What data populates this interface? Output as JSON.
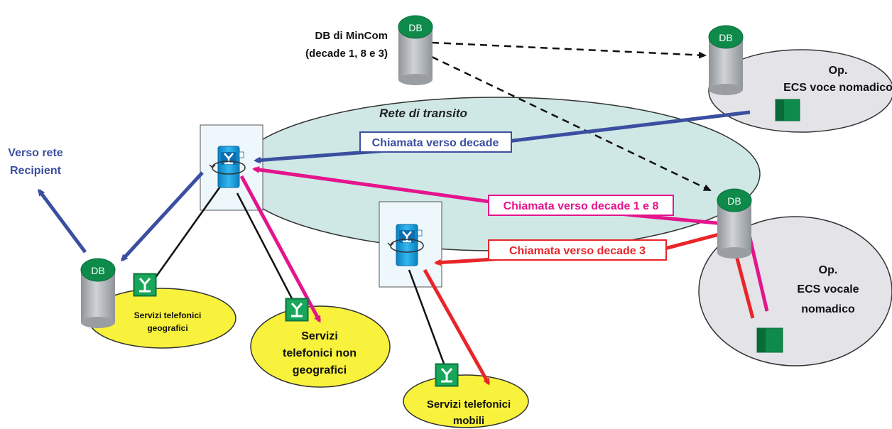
{
  "db_mincom": {
    "line1": "DB di MinCom",
    "line2": "(decade 1, 8 e 3)"
  },
  "db_label": "DB",
  "transit_network": "Rete di transito",
  "recipient": {
    "line1": "Verso rete",
    "line2": "Recipient"
  },
  "op_voice": {
    "line1": "Op.",
    "line2": "ECS voce nomadico"
  },
  "op_vocal": {
    "line1": "Op.",
    "line2": "ECS vocale",
    "line3": "nomadico"
  },
  "call_decade": "Chiamata verso decade",
  "call_decade_1_8": "Chiamata verso decade 1 e 8",
  "call_decade_3": "Chiamata verso decade 3",
  "geo_services": {
    "line1": "Servizi telefonici",
    "line2": "geografici"
  },
  "nongeo_services": {
    "line1": "Servizi",
    "line2": "telefonici non",
    "line3": "geografici"
  },
  "mobile_services": {
    "line1": "Servizi telefonici",
    "line2": "mobili"
  },
  "colors": {
    "blue_call": "#3b4fa0",
    "magenta_call": "#e4148c",
    "red_call": "#e8262a",
    "transit_fill": "#cfe8e6",
    "yellow_fill": "#f8f23c",
    "grey_fill": "#e4e4e8",
    "db_green": "#0e8a4a",
    "db_grey": "#b8bcc0",
    "switch_blue": "#1aa0e0"
  }
}
